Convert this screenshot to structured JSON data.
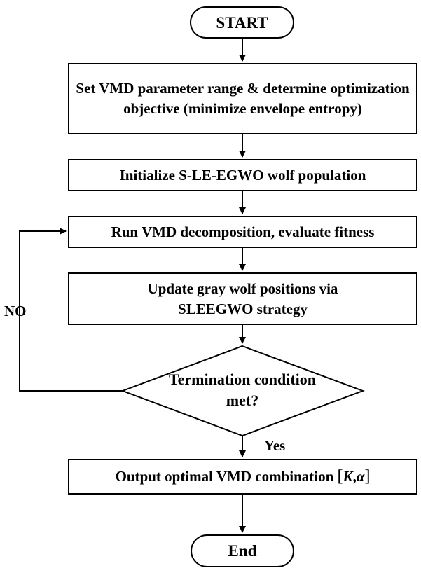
{
  "flowchart": {
    "start": "START",
    "step1": "Set VMD parameter range & determine optimization objective (minimize envelope entropy)",
    "step2": "Initialize S-LE-EGWO wolf population",
    "step3": "Run VMD decomposition, evaluate fitness",
    "step4": "Update gray wolf positions via SLEEGWO strategy",
    "decision": "Termination condition met?",
    "output_prefix": "Output optimal VMD combination",
    "output_math": {
      "open": "[",
      "k": "K",
      "comma": ",",
      "alpha": "α",
      "close": "]"
    },
    "end": "End"
  },
  "edges": {
    "no_label": "NO",
    "yes_label": "Yes"
  },
  "colors": {
    "stroke": "#000000",
    "background": "#ffffff",
    "text": "#000000"
  }
}
